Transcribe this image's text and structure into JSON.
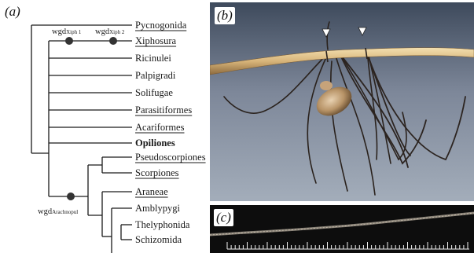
{
  "panel_a": {
    "label": "(a)",
    "taxa": [
      {
        "name": "Pycnogonida",
        "underline": true,
        "bold": false
      },
      {
        "name": "Xiphosura",
        "underline": true,
        "bold": false
      },
      {
        "name": "Ricinulei",
        "underline": false,
        "bold": false
      },
      {
        "name": "Palpigradi",
        "underline": false,
        "bold": false
      },
      {
        "name": "Solifugae",
        "underline": false,
        "bold": false
      },
      {
        "name": "Parasitiformes",
        "underline": true,
        "bold": false
      },
      {
        "name": "Acariformes",
        "underline": true,
        "bold": false
      },
      {
        "name": "Opiliones",
        "underline": false,
        "bold": true
      },
      {
        "name": "Pseudoscorpiones",
        "underline": true,
        "bold": false
      },
      {
        "name": "Scorpiones",
        "underline": true,
        "bold": false
      },
      {
        "name": "Araneae",
        "underline": true,
        "bold": false
      },
      {
        "name": "Amblypygi",
        "underline": false,
        "bold": false
      },
      {
        "name": "Thelyphonida",
        "underline": false,
        "bold": false
      },
      {
        "name": "Schizomida",
        "underline": false,
        "bold": false
      }
    ],
    "wgd_events": [
      {
        "prefix": "wgd",
        "subscript": "Xiph 1"
      },
      {
        "prefix": "wgd",
        "subscript": "Xiph 2"
      },
      {
        "prefix": "wgd",
        "subscript": "Arachnopul"
      }
    ]
  },
  "panel_b": {
    "label": "(b)"
  },
  "panel_c": {
    "label": "(c)"
  }
}
